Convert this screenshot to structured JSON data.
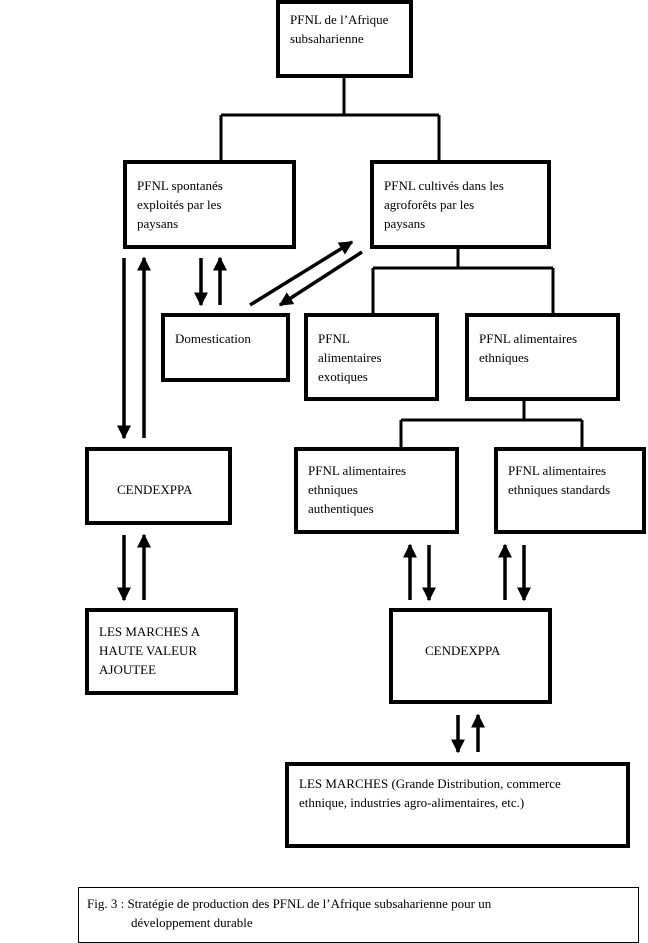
{
  "diagram": {
    "nodes": {
      "root": "PFNL de l’Afrique\nsubsaharienne",
      "spontaneous": "PFNL spontanés\nexploités par les\npaysans",
      "cultivated": "PFNL cultivés dans les\nagroforêts par les\npaysans",
      "domestication": "Domestication",
      "exotic": "PFNL\nalimentaires\nexotiques",
      "ethnic": "PFNL alimentaires\nethniques",
      "ethnic_authentic": "PFNL alimentaires\nethniques\nauthentiques",
      "ethnic_standard": "PFNL alimentaires\nethniques standards",
      "cendexppa_left": "CENDEXPPA",
      "cendexppa_right": "CENDEXPPA",
      "markets_high_value": "LES MARCHES A\nHAUTE VALEUR\nAJOUTEE",
      "markets_general": "LES MARCHES (Grande Distribution, commerce\nethnique, industries agro-alimentaires, etc.)"
    },
    "edges": [
      {
        "from": "root",
        "to": "spontaneous",
        "type": "tree"
      },
      {
        "from": "root",
        "to": "cultivated",
        "type": "tree"
      },
      {
        "from": "cultivated",
        "to": "exotic",
        "type": "tree"
      },
      {
        "from": "cultivated",
        "to": "ethnic",
        "type": "tree"
      },
      {
        "from": "ethnic",
        "to": "ethnic_authentic",
        "type": "tree"
      },
      {
        "from": "ethnic",
        "to": "ethnic_standard",
        "type": "tree"
      },
      {
        "from": "spontaneous",
        "to": "domestication",
        "type": "bidirectional-arrows"
      },
      {
        "from": "domestication",
        "to": "cultivated",
        "type": "bidirectional-arrows"
      },
      {
        "from": "spontaneous",
        "to": "cendexppa_left",
        "type": "bidirectional-arrows"
      },
      {
        "from": "cendexppa_left",
        "to": "markets_high_value",
        "type": "bidirectional-arrows"
      },
      {
        "from": "ethnic_authentic",
        "to": "cendexppa_right",
        "type": "bidirectional-arrows"
      },
      {
        "from": "ethnic_standard",
        "to": "cendexppa_right",
        "type": "bidirectional-arrows"
      },
      {
        "from": "cendexppa_right",
        "to": "markets_general",
        "type": "bidirectional-arrows"
      }
    ],
    "caption": {
      "line1": "Fig. 3 : Stratégie de production des PFNL de l’Afrique subsaharienne pour un",
      "line2": "développement durable"
    }
  }
}
